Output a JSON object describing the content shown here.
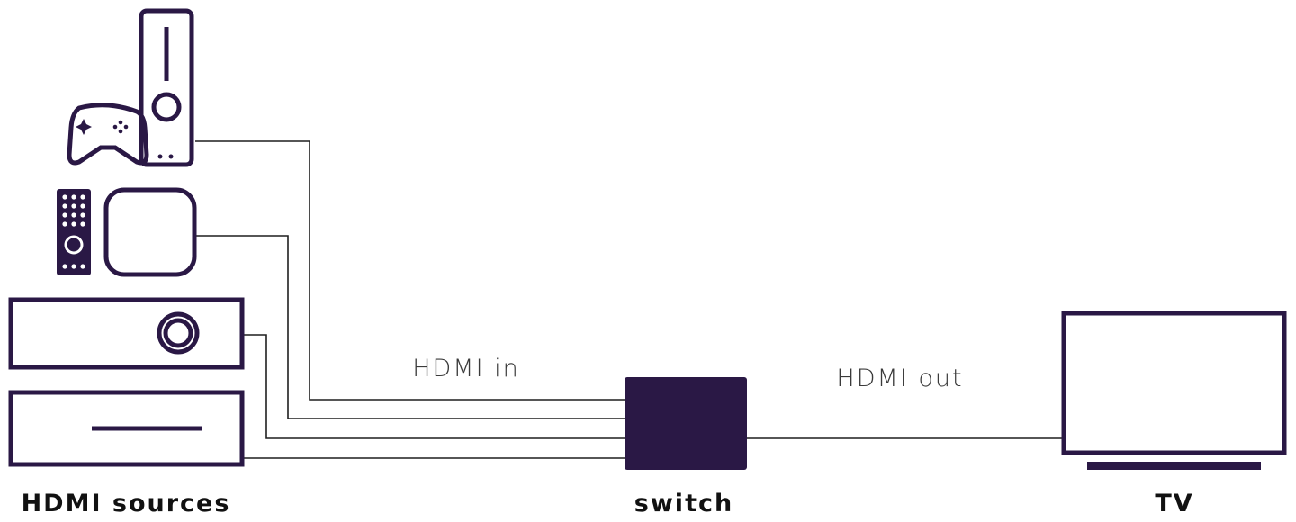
{
  "labels": {
    "hdmi_in": "HDMI in",
    "hdmi_out": "HDMI out",
    "sources": "HDMI sources",
    "switch": "switch",
    "tv": "TV"
  },
  "colors": {
    "device": "#2a1845",
    "cable": "#1f1f1f",
    "text": "#111111"
  },
  "icons": [
    "game-console-icon",
    "gamepad-icon",
    "remote-control-icon",
    "streaming-box-icon",
    "disc-player-icon",
    "set-top-box-icon",
    "switch-box-icon",
    "tv-icon"
  ]
}
